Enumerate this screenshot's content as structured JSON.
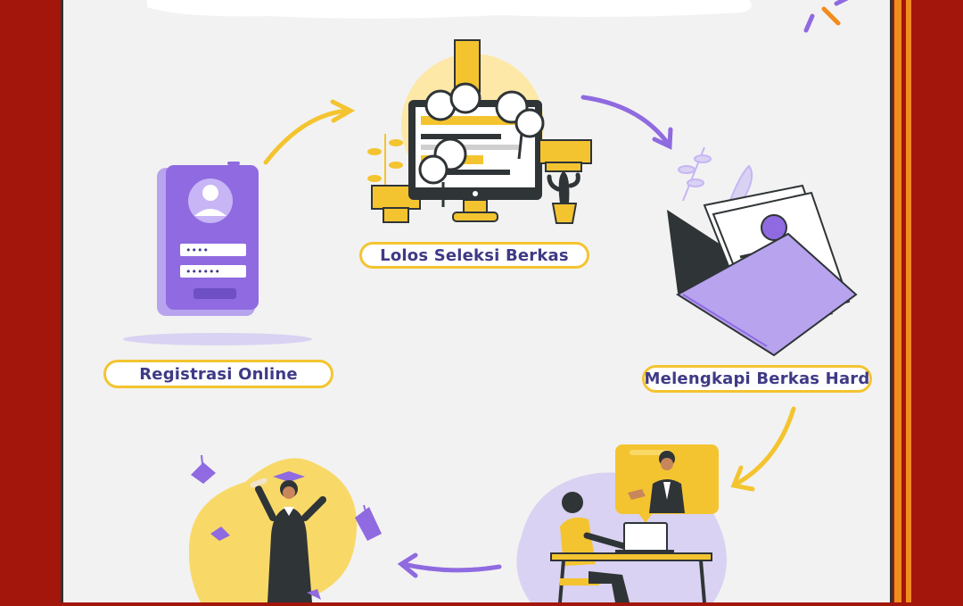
{
  "steps": [
    {
      "label": "Registrasi Online"
    },
    {
      "label": "Lolos Seleksi Berkas"
    },
    {
      "label": "Melengkapi Berkas Hard"
    }
  ],
  "colors": {
    "border_red": "#a3160c",
    "stripe_orange": "#f28c1c",
    "panel_bg": "#f2f2f2",
    "accent_yellow": "#f4c430",
    "accent_purple": "#8f6ae0",
    "text_navy": "#3f3a86",
    "ink": "#2f3437"
  },
  "icons": [
    "phone-login-icon",
    "computer-review-icon",
    "document-folder-icon",
    "video-interview-icon",
    "graduation-icon",
    "arrow-right-icon"
  ]
}
